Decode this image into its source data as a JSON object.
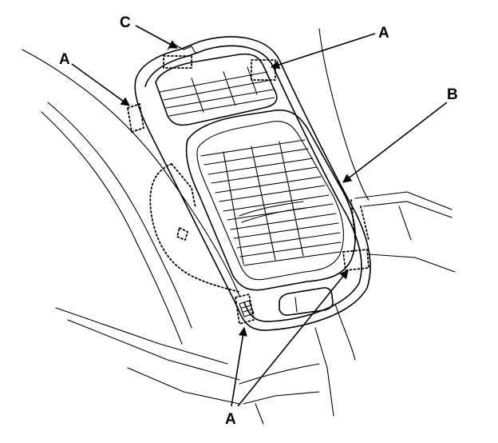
{
  "callouts": {
    "c_top": "C",
    "a_top_right": "A",
    "a_left": "A",
    "b_right": "B",
    "a_bottom": "A"
  }
}
